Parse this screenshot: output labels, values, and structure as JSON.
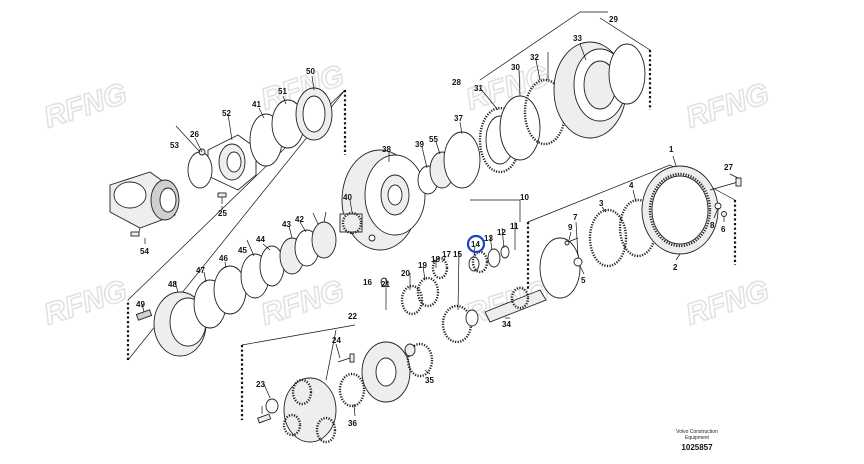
{
  "watermark_text": "RFNG",
  "caption": {
    "line1": "Volvo Construction",
    "line2": "Equipment",
    "number": "1025857"
  },
  "highlight_color": "#1a3fd0",
  "highlighted_part": "14",
  "labels": {
    "p1": "1",
    "p2": "2",
    "p3": "3",
    "p4": "4",
    "p5": "5",
    "p6": "6",
    "p7": "7",
    "p8": "8",
    "p9": "9",
    "p10": "10",
    "p11": "11",
    "p12": "12",
    "p13": "13",
    "p14": "14",
    "p15": "15",
    "p16": "16",
    "p17": "17",
    "p18": "18",
    "p19": "19",
    "p20": "20",
    "p21": "21",
    "p22": "22",
    "p23": "23",
    "p24": "24",
    "p25": "25",
    "p26": "26",
    "p27": "27",
    "p28": "28",
    "p29": "29",
    "p30": "30",
    "p31": "31",
    "p32": "32",
    "p33": "33",
    "p34": "34",
    "p35": "35",
    "p36": "36",
    "p37": "37",
    "p38": "38",
    "p39": "39",
    "p40": "40",
    "p41": "41",
    "p42": "42",
    "p43": "43",
    "p44": "44",
    "p45": "45",
    "p46": "46",
    "p47": "47",
    "p48": "48",
    "p49": "49",
    "p50": "50",
    "p51": "51",
    "p52": "52",
    "p53": "53",
    "p54": "54",
    "p55": "55"
  }
}
